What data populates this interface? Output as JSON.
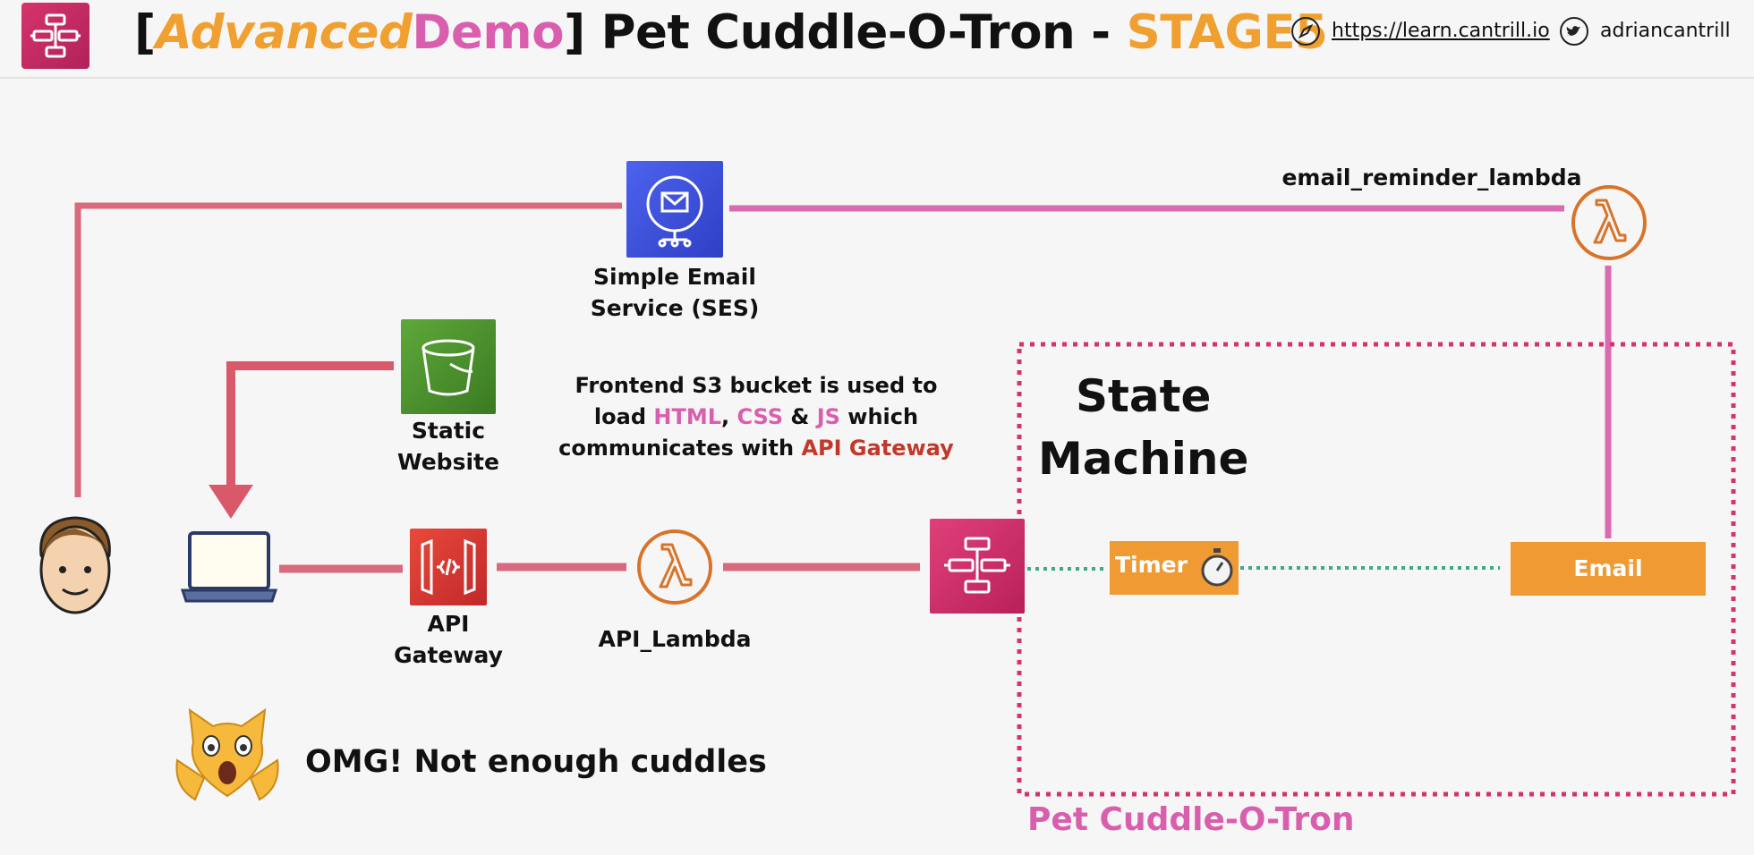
{
  "header": {
    "title_bracket_open": "[",
    "title_advanced": "Advanced",
    "title_demo": "Demo",
    "title_bracket_close": "]",
    "title_main": " Pet Cuddle-O-Tron - ",
    "title_stage": "STAGE5",
    "website_link": "https://learn.cantrill.io",
    "twitter_handle": "adriancantrill",
    "icons": [
      "step-functions-icon",
      "compass-icon",
      "twitter-icon"
    ]
  },
  "diagram": {
    "ses_label_line1": "Simple Email",
    "ses_label_line2": "Service (SES)",
    "email_lambda_label": "email_reminder_lambda",
    "s3_label_line1": "Static",
    "s3_label_line2": "Website",
    "apigw_label_line1": "API",
    "apigw_label_line2": "Gateway",
    "api_lambda_label": "API_Lambda",
    "description": {
      "line1": "Frontend S3 bucket is used to",
      "line2_a": "load ",
      "line2_html": "HTML",
      "line2_b": ", ",
      "line2_css": "CSS",
      "line2_c": " & ",
      "line2_js": "JS",
      "line2_d": " which",
      "line3_a": "communicates with ",
      "line3_apigw": "API Gateway"
    },
    "state_machine_line1": "State",
    "state_machine_line2": "Machine",
    "timer_label": "Timer",
    "email_label": "Email",
    "region_label": "Pet Cuddle-O-Tron",
    "cat_message": "OMG! Not enough cuddles"
  },
  "colors": {
    "pink_line": "#d96a7e",
    "magenta_line": "#d96bb0",
    "dotted_green": "#3aaa8a",
    "orange": "#f09a34",
    "lambda_orange": "#d8742a",
    "ses_blue": "#3a4fd8",
    "s3_green": "#4a8c2a",
    "apigw_red": "#d63a30",
    "stepfn_pink": "#c82a64",
    "region_border": "#d6336c"
  }
}
